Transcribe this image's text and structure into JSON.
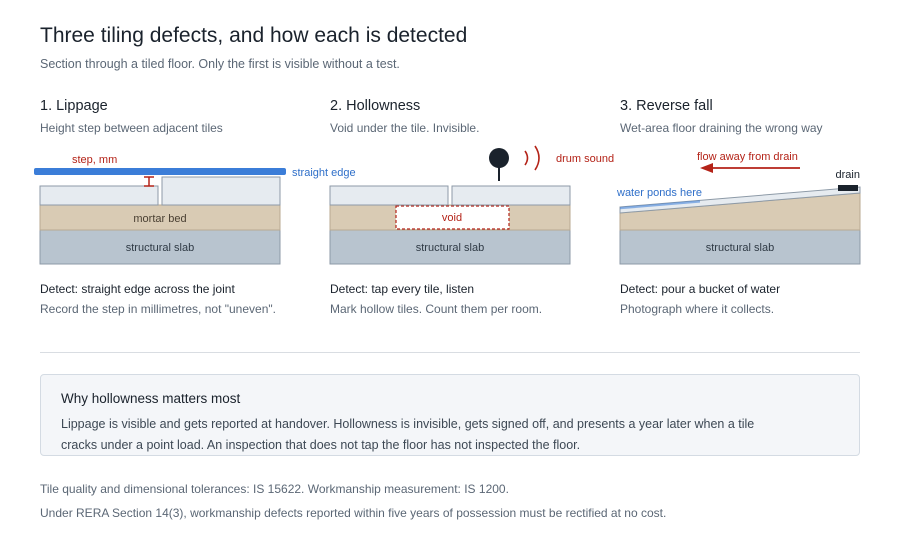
{
  "header": {
    "title": "Three tiling defects, and how each is detected",
    "subtitle": "Section through a tiled floor. Only the first is visible without a test."
  },
  "defects": [
    {
      "heading": "1. Lippage",
      "subheading": "Height step between adjacent tiles",
      "labels": {
        "step": "step, mm",
        "straight_edge": "straight edge",
        "mortar": "mortar bed",
        "slab": "structural slab"
      },
      "detect": "Detect: straight edge across the joint",
      "note": "Record the step in millimetres, not \"uneven\"."
    },
    {
      "heading": "2. Hollowness",
      "subheading": "Void under the tile. Invisible.",
      "labels": {
        "drum": "drum sound",
        "void": "void",
        "slab": "structural slab"
      },
      "detect": "Detect: tap every tile, listen",
      "note": "Mark hollow tiles. Count them per room."
    },
    {
      "heading": "3. Reverse fall",
      "subheading": "Wet-area floor draining the wrong way",
      "labels": {
        "flow": "flow away from drain",
        "drain": "drain",
        "ponds": "water ponds here",
        "slab": "structural slab"
      },
      "detect": "Detect: pour a bucket of water",
      "note": "Photograph where it collects."
    }
  ],
  "callout": {
    "title": "Why hollowness matters most",
    "body": "Lippage is visible and gets reported at handover. Hollowness is invisible, gets signed off, and presents a year later when a tile cracks under a point load. An inspection that does not tap the floor has not inspected the floor."
  },
  "footer": {
    "line1": "Tile quality and dimensional tolerances: IS 15622. Workmanship measurement: IS 1200.",
    "line2": "Under RERA Section 14(3), workmanship defects reported within five years of possession must be rectified at no cost."
  },
  "colors": {
    "tile": "#e6ebf0",
    "mortar": "#d9cbb4",
    "slab": "#b8c4cf",
    "edge": "#3b7dd8",
    "defect": "#b42318",
    "ink": "#1a222c"
  }
}
